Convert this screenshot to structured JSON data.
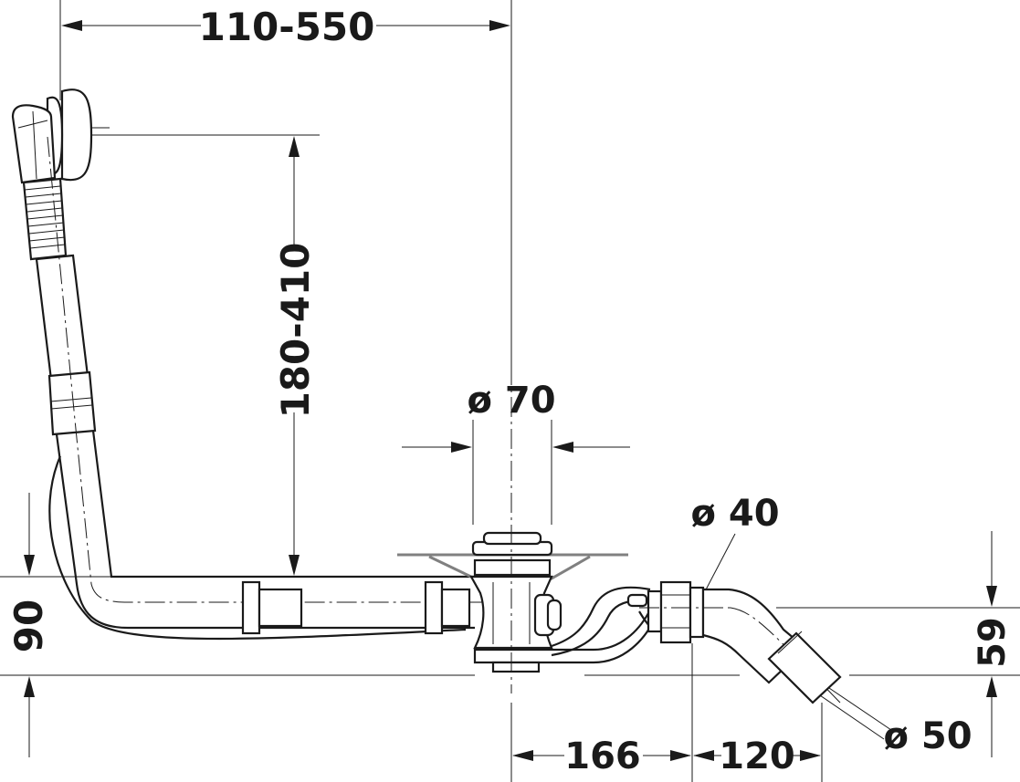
{
  "dimensions": {
    "top_overflow_span": "110-550",
    "overflow_height": "180-410",
    "drain_diameter": "ø 70",
    "outlet_diameter": "ø 40",
    "pipe_diameter": "ø 50",
    "left_height": "90",
    "right_height": "59",
    "drain_to_outlet": "166",
    "outlet_offset": "120"
  },
  "colors": {
    "line": "#1a1a1a",
    "rim": "#808080",
    "background": "#ffffff"
  }
}
